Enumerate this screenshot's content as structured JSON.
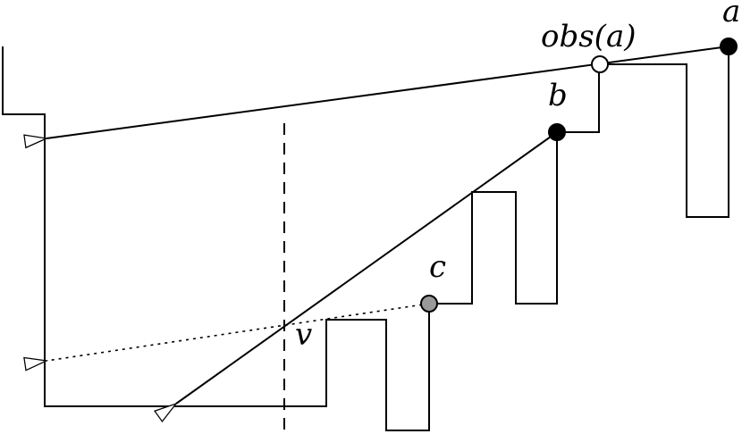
{
  "labels": {
    "a": "a",
    "obs_a": "obs(a)",
    "b": "b",
    "c": "c",
    "v": "v"
  },
  "colors": {
    "stroke": "#000000",
    "point_a": "#000000",
    "point_b": "#000000",
    "point_obs_a": "#ffffff",
    "point_c": "#999999"
  }
}
